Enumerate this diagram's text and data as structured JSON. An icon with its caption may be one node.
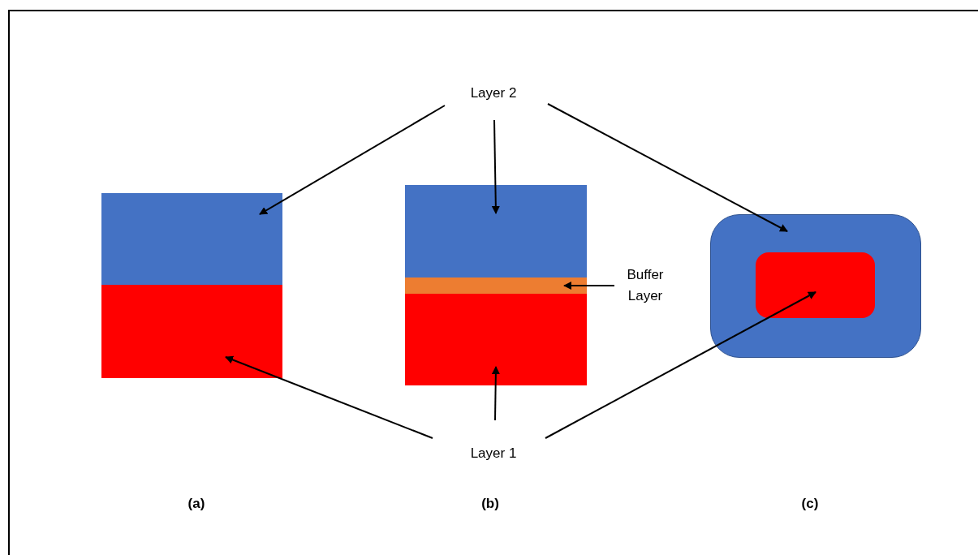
{
  "diagram": {
    "nodes": [
      {
        "text": [
          "Layer 2"
        ]
      },
      {
        "text": [],
        "shape": "box"
      },
      {
        "text": [],
        "shape": "box"
      },
      {
        "text": [],
        "shape": "box"
      },
      {
        "text": [],
        "shape": "box"
      },
      {
        "text": [
          "Buffer Layer"
        ]
      },
      {
        "text": [],
        "shape": "box"
      },
      {
        "text": [],
        "shape": "box"
      },
      {
        "text": [],
        "shape": "box",
        "in": 7
      },
      {
        "text": [
          "Layer 1"
        ]
      }
    ],
    "edges": [
      {
        "from": 0,
        "to": 1,
        "arrow": "to"
      },
      {
        "from": 0,
        "to": 3,
        "arrow": "to"
      },
      {
        "from": 0,
        "to": 7,
        "arrow": "to"
      },
      {
        "from": 5,
        "to": 4,
        "arrow": "to"
      },
      {
        "from": 9,
        "to": 2,
        "arrow": "to"
      },
      {
        "from": 9,
        "to": 6,
        "arrow": "to"
      },
      {
        "from": 9,
        "to": 8,
        "arrow": "to"
      }
    ],
    "labels": [
      "(a)",
      "(b)",
      "(c)"
    ]
  }
}
